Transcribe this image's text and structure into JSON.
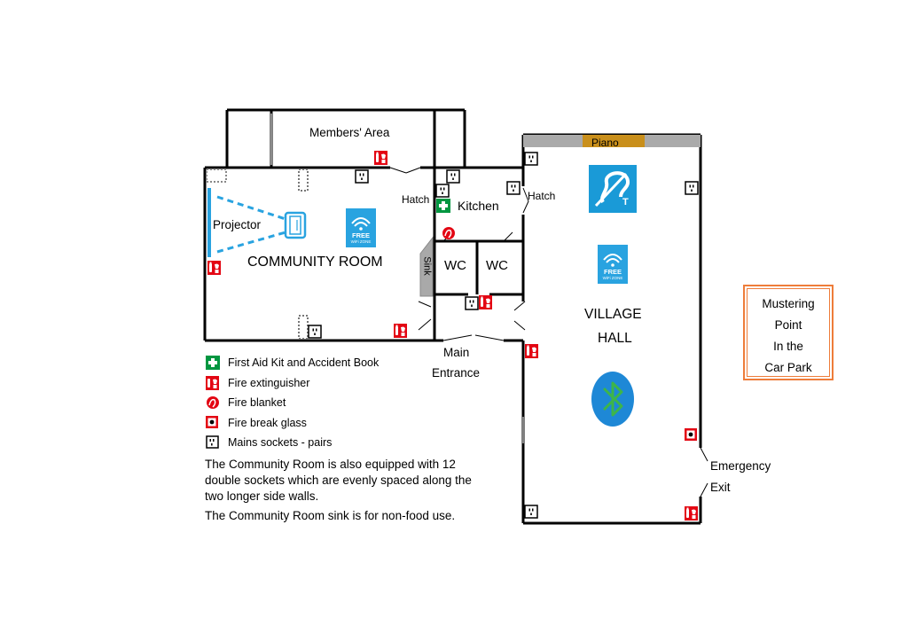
{
  "rooms": {
    "members_area": "Members' Area",
    "community_room": "COMMUNITY ROOM",
    "kitchen": "Kitchen",
    "wc1": "WC",
    "wc2": "WC",
    "village_hall_line1": "VILLAGE",
    "village_hall_line2": "HALL",
    "sink": "Sink"
  },
  "labels": {
    "projector": "Projector",
    "piano": "Piano",
    "hatch_left": "Hatch",
    "hatch_right": "Hatch",
    "main_entrance_line1": "Main",
    "main_entrance_line2": "Entrance",
    "emergency_exit_line1": "Emergency",
    "emergency_exit_line2": "Exit"
  },
  "badges": {
    "wifi_line1": "FREE",
    "wifi_line2": "WiFi ZONE",
    "hearing_loop_letter": "T"
  },
  "muster": {
    "lines": [
      "Mustering",
      "Point",
      "In the",
      "Car Park"
    ]
  },
  "legend": [
    {
      "label": "First Aid Kit and Accident Book",
      "icon": "first-aid-icon"
    },
    {
      "label": "Fire extinguisher",
      "icon": "fire-extinguisher-icon"
    },
    {
      "label": "Fire blanket",
      "icon": "fire-blanket-icon"
    },
    {
      "label": "Fire break glass",
      "icon": "fire-break-glass-icon"
    },
    {
      "label": "Mains sockets - pairs",
      "icon": "socket-icon"
    }
  ],
  "notes": [
    "The Community Room is also equipped with 12 double sockets which are evenly spaced along the two longer side walls.",
    "The Community Room sink is for non-food use."
  ],
  "colors": {
    "wall": "#000000",
    "fire_red": "#e30613",
    "first_aid_green": "#009640",
    "wifi_blue": "#29a3e0",
    "hearing_loop_blue": "#1a9ad7",
    "bluetooth_blue": "#1e88d6",
    "bluetooth_green": "#3db54a",
    "piano": "#c98f1b",
    "muster_border": "#ee7d3b",
    "projector_blue": "#29a3e0"
  }
}
